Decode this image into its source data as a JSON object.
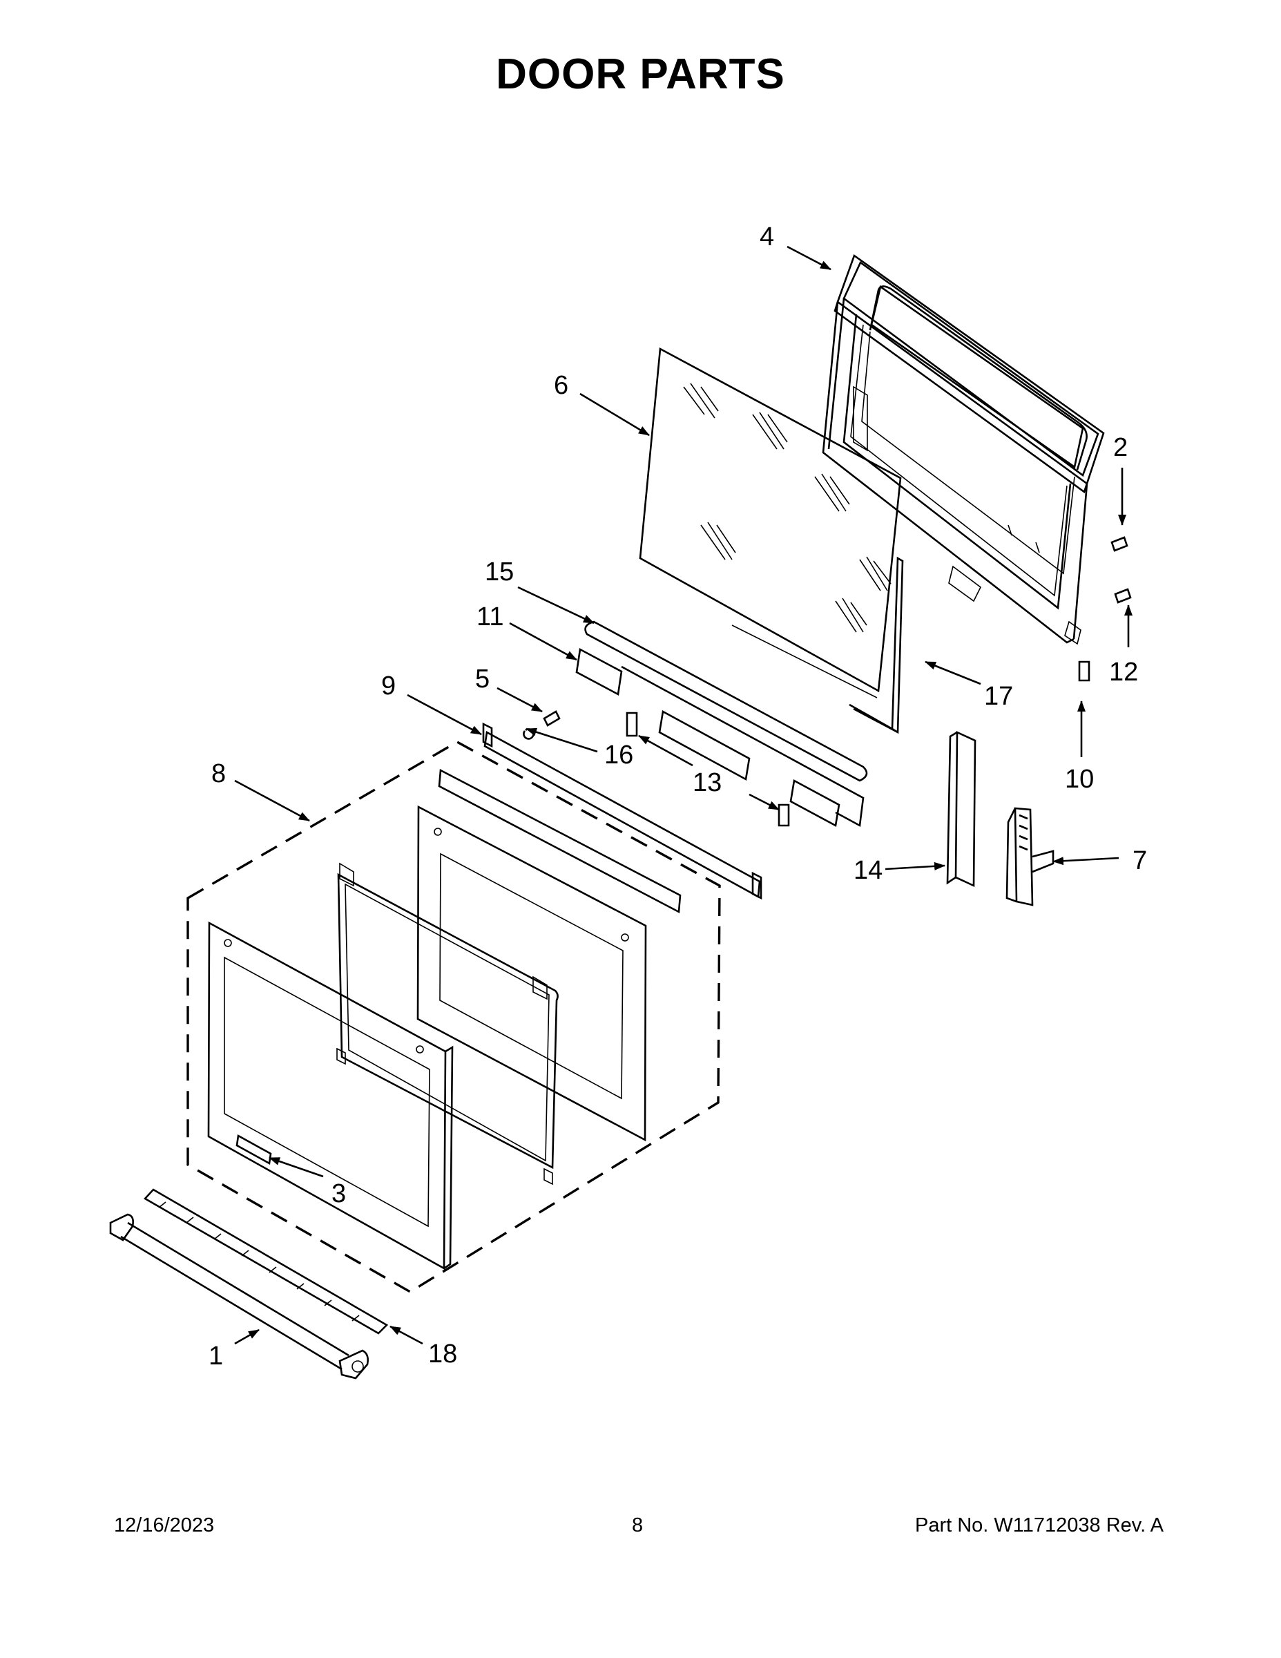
{
  "title": "DOOR PARTS",
  "callouts": [
    "1",
    "2",
    "3",
    "4",
    "5",
    "6",
    "7",
    "8",
    "9",
    "10",
    "11",
    "12",
    "13",
    "14",
    "15",
    "16",
    "17",
    "18"
  ],
  "footer": {
    "date": "12/16/2023",
    "page": "8",
    "part_no": "Part No.  W11712038  Rev.  A"
  }
}
